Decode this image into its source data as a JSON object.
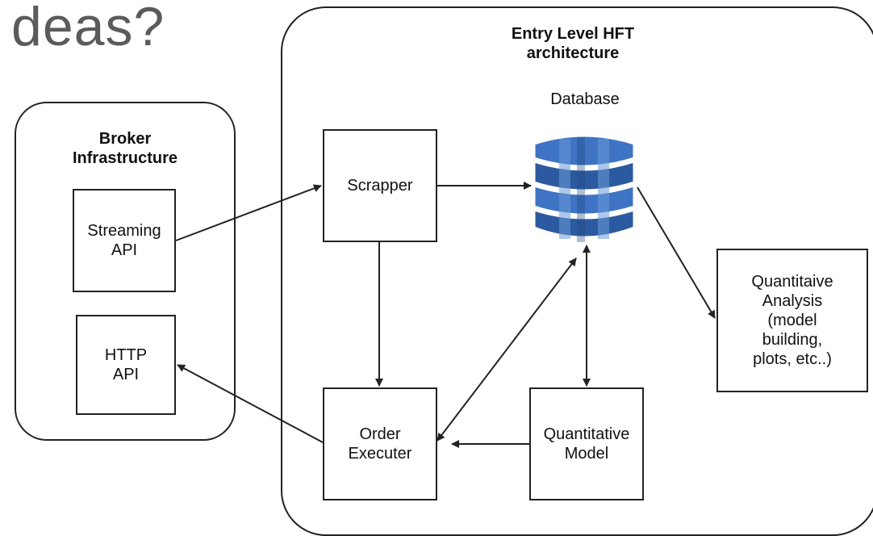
{
  "heading": "deas?",
  "groups": {
    "hft": {
      "title_line1": "Entry Level HFT",
      "title_line2": "architecture"
    },
    "broker": {
      "title_line1": "Broker",
      "title_line2": "Infrastructure"
    }
  },
  "nodes": {
    "streaming_api": {
      "line1": "Streaming",
      "line2": "API"
    },
    "http_api": {
      "line1": "HTTP",
      "line2": "API"
    },
    "scrapper": {
      "label": "Scrapper"
    },
    "database": {
      "label": "Database",
      "icon": "database-cylinder-icon"
    },
    "order_executer": {
      "line1": "Order",
      "line2": "Executer"
    },
    "quantitative_model": {
      "line1": "Quantitative",
      "line2": "Model"
    },
    "quantitative_analysis": {
      "line1": "Quantitaive",
      "line2": "Analysis",
      "line3": "(model",
      "line4": "building,",
      "line5": "plots, etc..)"
    }
  },
  "edges": [
    {
      "from": "streaming_api",
      "to": "scrapper",
      "direction": "forward"
    },
    {
      "from": "scrapper",
      "to": "database",
      "direction": "forward"
    },
    {
      "from": "scrapper",
      "to": "order_executer",
      "direction": "forward"
    },
    {
      "from": "order_executer",
      "to": "http_api",
      "direction": "forward"
    },
    {
      "from": "database",
      "to": "order_executer",
      "direction": "both"
    },
    {
      "from": "database",
      "to": "quantitative_model",
      "direction": "both"
    },
    {
      "from": "quantitative_model",
      "to": "order_executer",
      "direction": "forward"
    },
    {
      "from": "database",
      "to": "quantitative_analysis",
      "direction": "forward"
    }
  ],
  "colors": {
    "db_dark": "#2c5aa0",
    "db_mid": "#3f74c4",
    "db_light": "#6a9ad8",
    "stroke": "#222222"
  }
}
